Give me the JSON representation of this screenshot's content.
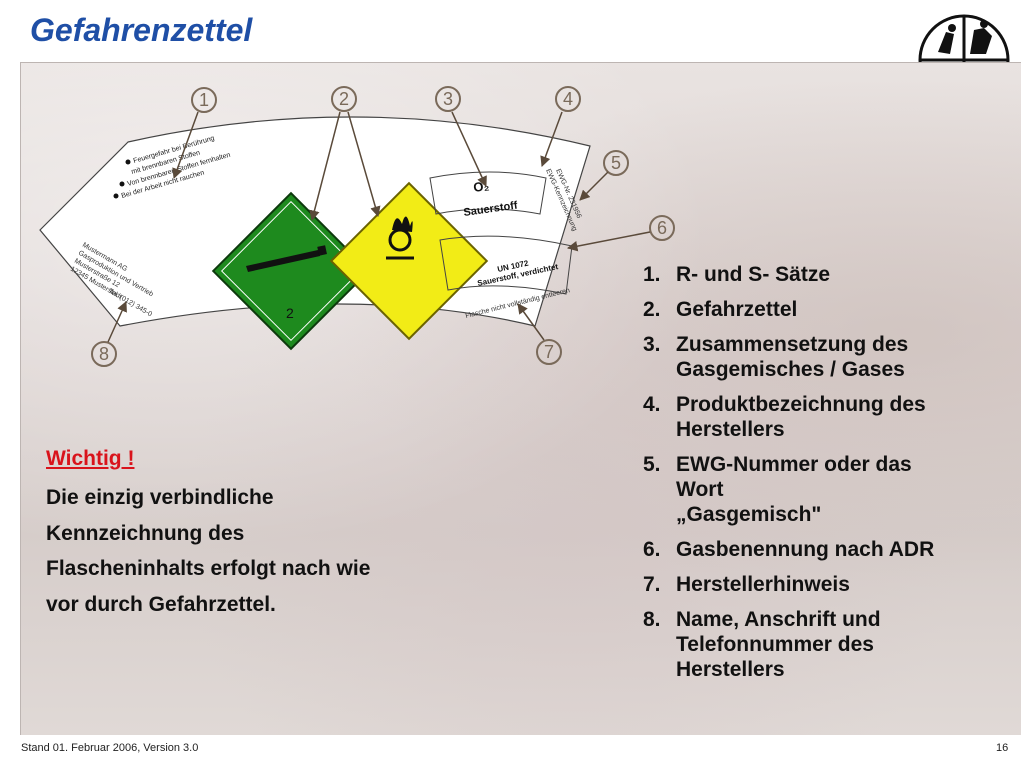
{
  "title": "Gefahrenzettel",
  "label": {
    "callout_numbers": [
      "1",
      "2",
      "3",
      "4",
      "5",
      "6",
      "7",
      "8"
    ],
    "r_s_phrases": [
      "Feuergefahr bei Berührung",
      "mit brennbaren Stoffen",
      "Von brennbaren Stoffen fernhalten",
      "Bei der Arbeit nicht rauchen"
    ],
    "manufacturer": [
      "Mustermann AG",
      "Gasproduktion und Vertrieb",
      "Musterstraße 12",
      "12345 Musterstadt",
      "Tel. (012) 345-0"
    ],
    "formula": "O₂",
    "product": "Sauerstoff",
    "ewg": [
      "EWG-Nr. 231956",
      "EWG-Kennzeichnung"
    ],
    "adr": [
      "UN 1072",
      "Sauerstoff, verdichtet"
    ],
    "hint": "Flasche nicht vollständig entleeren",
    "class_number": "2"
  },
  "legend": [
    {
      "num": "1.",
      "text": "R- und S- Sätze"
    },
    {
      "num": "2.",
      "text": "Gefahrzettel"
    },
    {
      "num": "3.",
      "text": "Zusammensetzung des\nGasgemisches / Gases"
    },
    {
      "num": "4.",
      "text": "Produktbezeichnung des\nHerstellers"
    },
    {
      "num": "5.",
      "text": "EWG-Nummer  oder das\nWort\n„Gasgemisch\""
    },
    {
      "num": "6.",
      "text": "Gasbenennung nach ADR"
    },
    {
      "num": "7.",
      "text": "Herstellerhinweis"
    },
    {
      "num": "8.",
      "text": "Name, Anschrift und\nTelefonnummer des\nHerstellers"
    }
  ],
  "note": {
    "heading": "Wichtig !",
    "body": "Die einzig verbindliche\nKennzeichnung des\nFlascheninhalts erfolgt nach wie\nvor durch Gefahrzettel."
  },
  "footer": "Stand 01. Februar 2006, Version 3.0",
  "page_number": "16",
  "colors": {
    "title": "#1f4fa6",
    "warning": "#d9131b",
    "green_diamond": "#1e8a1e",
    "yellow_diamond": "#f2ec16",
    "callout": "#7a6a5a"
  }
}
